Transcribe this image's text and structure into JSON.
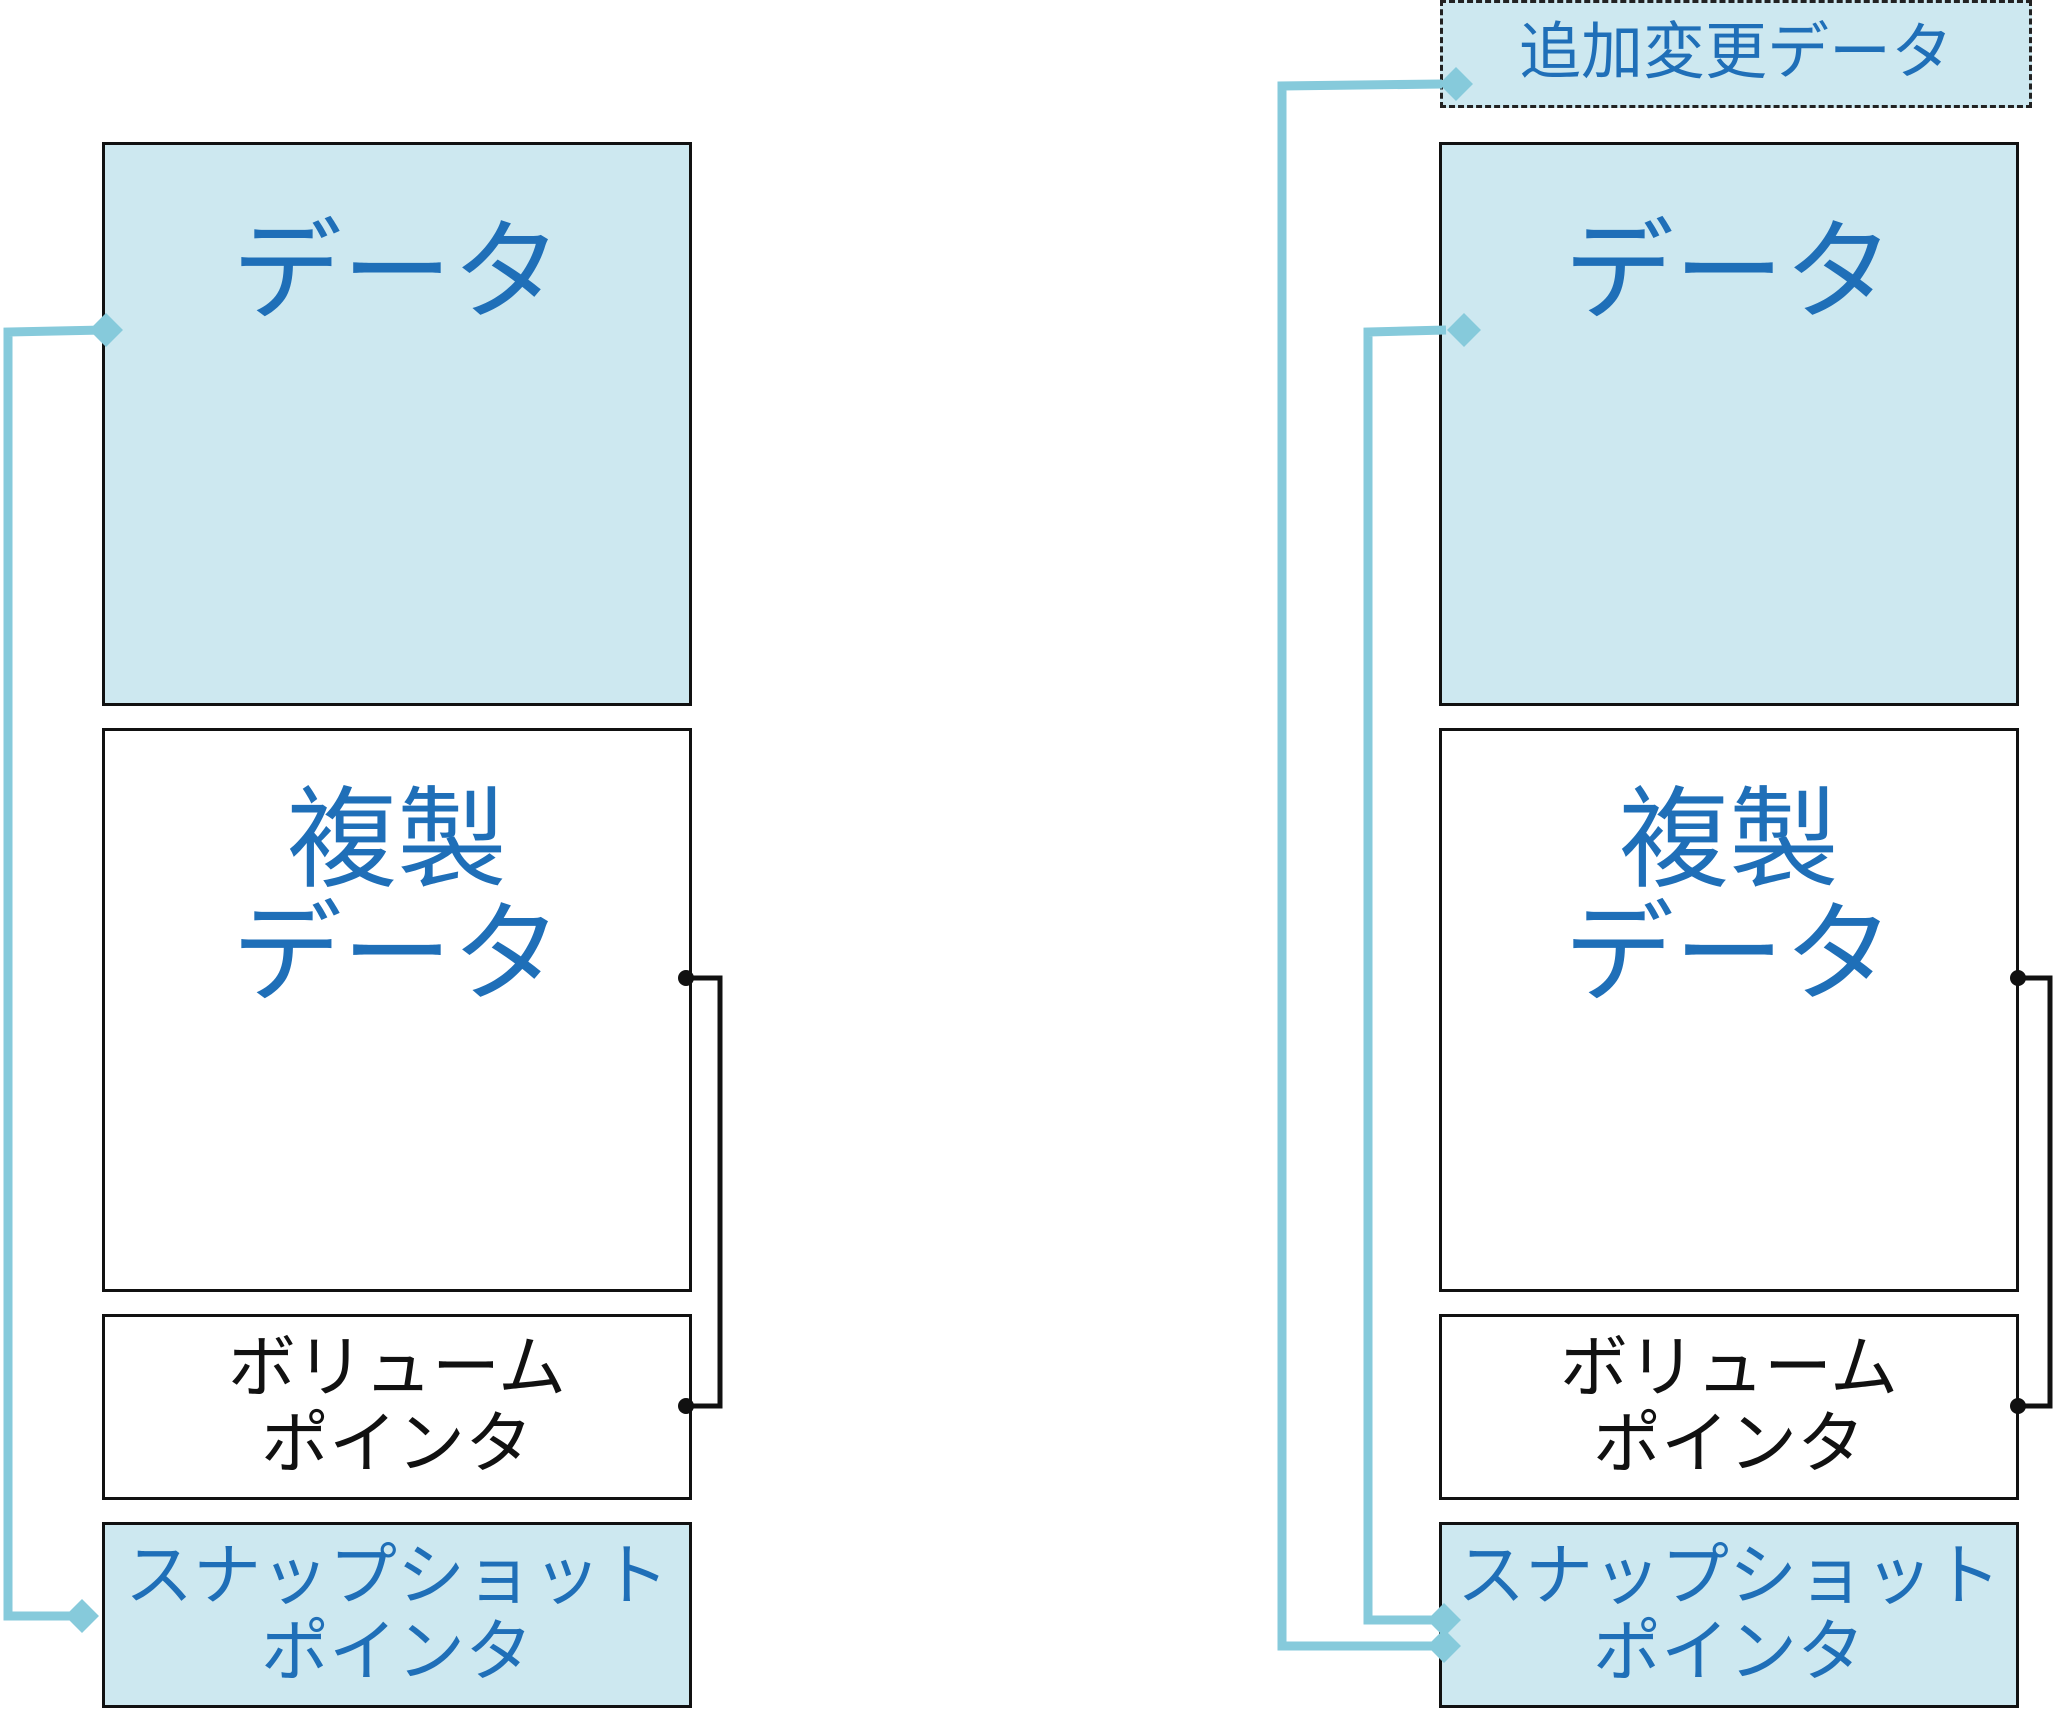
{
  "left": {
    "data_label": "データ",
    "replica_label_1": "複製",
    "replica_label_2": "データ",
    "volume_label_1": "ボリューム",
    "volume_label_2": "ポインタ",
    "snapshot_label_1": "スナップショット",
    "snapshot_label_2": "ポインタ"
  },
  "right": {
    "added_label": "追加変更データ",
    "data_label": "データ",
    "replica_label_1": "複製",
    "replica_label_2": "データ",
    "volume_label_1": "ボリューム",
    "volume_label_2": "ポインタ",
    "snapshot_label_1": "スナップショット",
    "snapshot_label_2": "ポインタ"
  },
  "colors": {
    "box_fill": "#cde8f0",
    "connector_blue": "#86cadb",
    "label_blue": "#1f6fb8",
    "outline": "#111111"
  }
}
